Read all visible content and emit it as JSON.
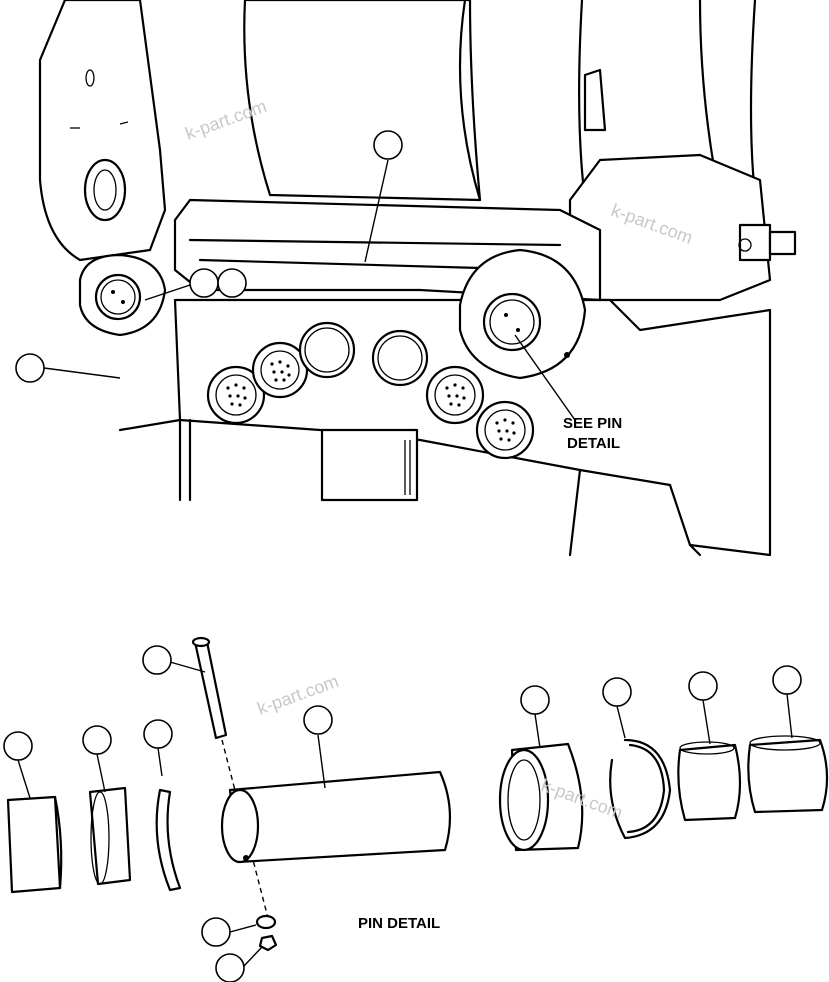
{
  "diagram": {
    "labels": {
      "see_pin_line1": "SEE PIN",
      "see_pin_line2": "DETAIL",
      "pin_detail": "PIN DETAIL"
    },
    "watermark": "k-part.com",
    "colors": {
      "line": "#000000",
      "background": "#ffffff",
      "watermark": "#c8c8c8"
    }
  }
}
